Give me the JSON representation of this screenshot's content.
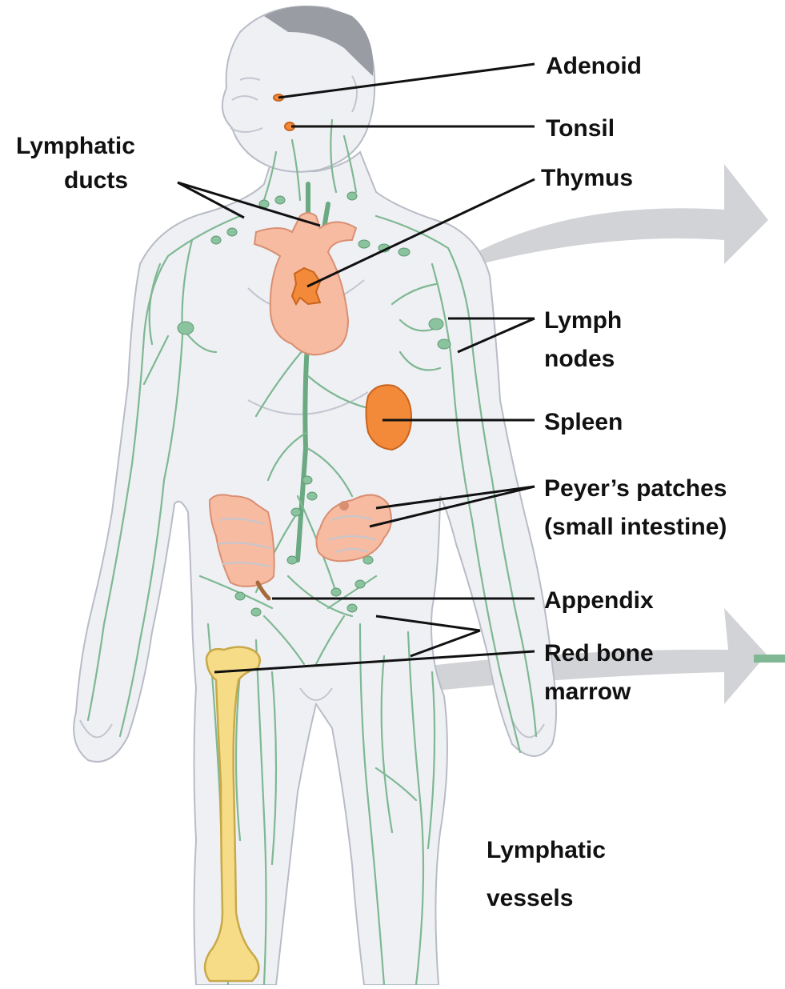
{
  "labels": {
    "adenoid": "Adenoid",
    "tonsil": "Tonsil",
    "thymus": "Thymus",
    "lymphatic_ducts": [
      "Lymphatic",
      "ducts"
    ],
    "lymph_nodes": [
      "Lymph",
      "nodes"
    ],
    "spleen": "Spleen",
    "peyers_patches": [
      "Peyer’s patches",
      "(small intestine)"
    ],
    "appendix": "Appendix",
    "red_bone_marrow": [
      "Red bone",
      "marrow"
    ],
    "lymphatic_vessels": [
      "Lymphatic",
      "vessels"
    ]
  },
  "colors": {
    "vessel": "#7fb892",
    "organ_pink": "#f6bba1",
    "organ_orange": "#f28a3a",
    "bone": "#f6dc86",
    "arrow": "#d2d3d6"
  }
}
